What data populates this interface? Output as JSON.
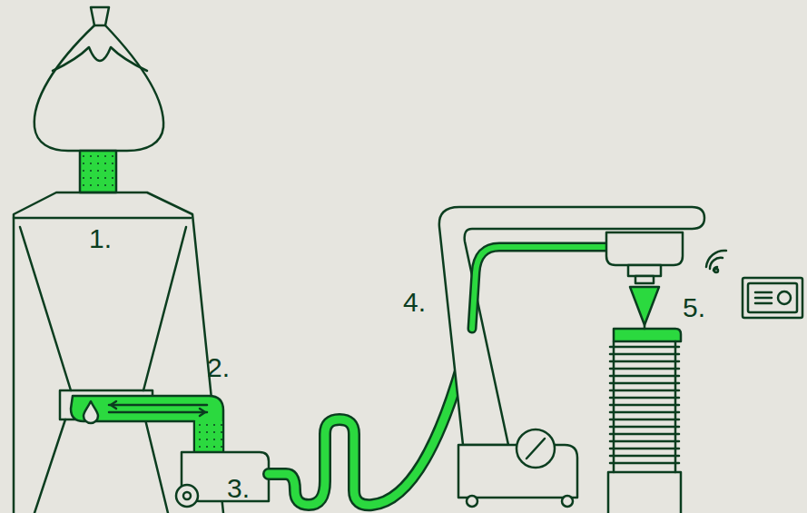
{
  "diagram": {
    "labels": [
      "1.",
      "2.",
      "3.",
      "4.",
      "5."
    ]
  }
}
